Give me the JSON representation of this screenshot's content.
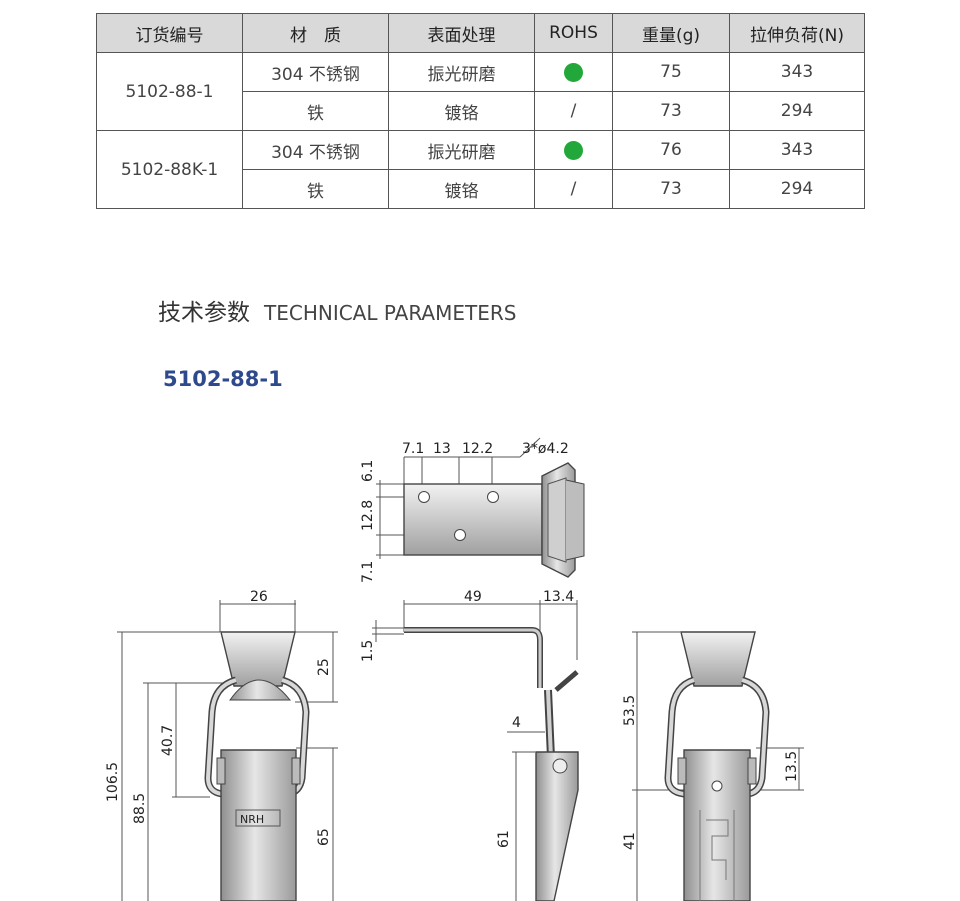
{
  "table": {
    "headers": [
      "订货编号",
      "材　质",
      "表面处理",
      "ROHS",
      "重量(g)",
      "拉伸负荷(N)"
    ],
    "rows": [
      {
        "model": "5102-88-1",
        "material": "304 不锈钢",
        "surface": "振光研磨",
        "rohs": "dot",
        "weight": "75",
        "load": "343"
      },
      {
        "model": "",
        "material": "铁",
        "surface": "镀铬",
        "rohs": "/",
        "weight": "73",
        "load": "294"
      },
      {
        "model": "5102-88K-1",
        "material": "304 不锈钢",
        "surface": "振光研磨",
        "rohs": "dot",
        "weight": "76",
        "load": "343"
      },
      {
        "model": "",
        "material": "铁",
        "surface": "镀铬",
        "rohs": "/",
        "weight": "73",
        "load": "294"
      }
    ]
  },
  "section": {
    "title_cn": "技术参数",
    "title_en": "TECHNICAL PARAMETERS"
  },
  "model_title": "5102-88-1",
  "drawing": {
    "logo": "NRH",
    "dims": {
      "top_7_1": "7.1",
      "top_13": "13",
      "top_12_2": "12.2",
      "holes": "3*ø4.2",
      "left_6_1": "6.1",
      "left_12_8": "12.8",
      "left_7_1": "7.1",
      "w26": "26",
      "h25": "25",
      "h40_7": "40.7",
      "h106_5": "106.5",
      "h88_5": "88.5",
      "h65": "65",
      "d49": "49",
      "d13_4": "13.4",
      "d1_5": "1.5",
      "d4": "4",
      "d61": "61",
      "r53_5": "53.5",
      "r13_5": "13.5",
      "r41": "41"
    }
  },
  "colors": {
    "rohs_green": "#22a83a",
    "header_bg": "#d9d9d9",
    "model_blue": "#2e4a8c",
    "line": "#555555"
  }
}
